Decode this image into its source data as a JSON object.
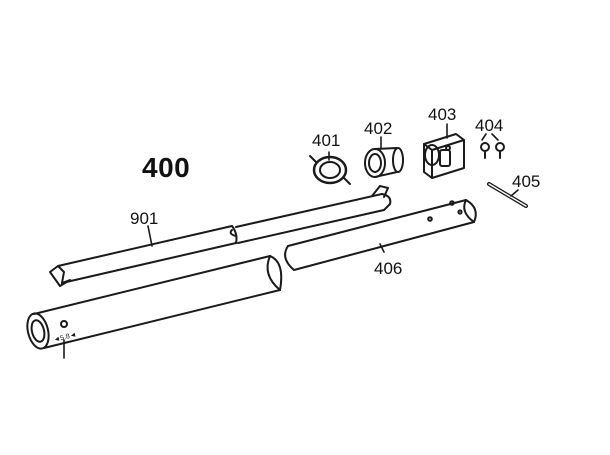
{
  "assembly_number": "400",
  "callouts": [
    {
      "id": "401",
      "label": "401"
    },
    {
      "id": "402",
      "label": "402"
    },
    {
      "id": "403",
      "label": "403"
    },
    {
      "id": "404",
      "label": "404"
    },
    {
      "id": "405",
      "label": "405"
    },
    {
      "id": "406",
      "label": "406"
    },
    {
      "id": "901",
      "label": "901"
    }
  ],
  "tube_marking": "◄5.8◄"
}
